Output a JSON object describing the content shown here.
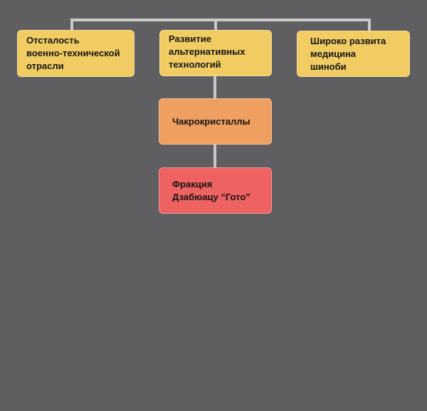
{
  "colors": {
    "background": "#5f5e60",
    "connector": "#c9c9c9",
    "yellow_node": "#f0cc63",
    "orange_node": "#ef9f60",
    "red_node": "#ee6262"
  },
  "nodes": {
    "backward": {
      "label": "Отсталость\nвоенно-технической\nотрасли",
      "color": "#f0cc63"
    },
    "alternative": {
      "label": "Развитие\nальтернативных\nтехнологий",
      "color": "#f0cc63"
    },
    "medicine": {
      "label": "Широко развита\nмедицина\nшиноби",
      "color": "#f0cc63"
    },
    "chakra": {
      "label": "Чакрокристаллы",
      "color": "#ef9f60"
    },
    "faction": {
      "label": "Фракция\nДзабюацу “Гото”",
      "color": "#ee6262"
    }
  },
  "edges": [
    {
      "from": "backward",
      "to": "alternative"
    },
    {
      "from": "alternative",
      "to": "medicine"
    },
    {
      "from": "alternative",
      "to": "chakra"
    },
    {
      "from": "chakra",
      "to": "faction"
    }
  ]
}
